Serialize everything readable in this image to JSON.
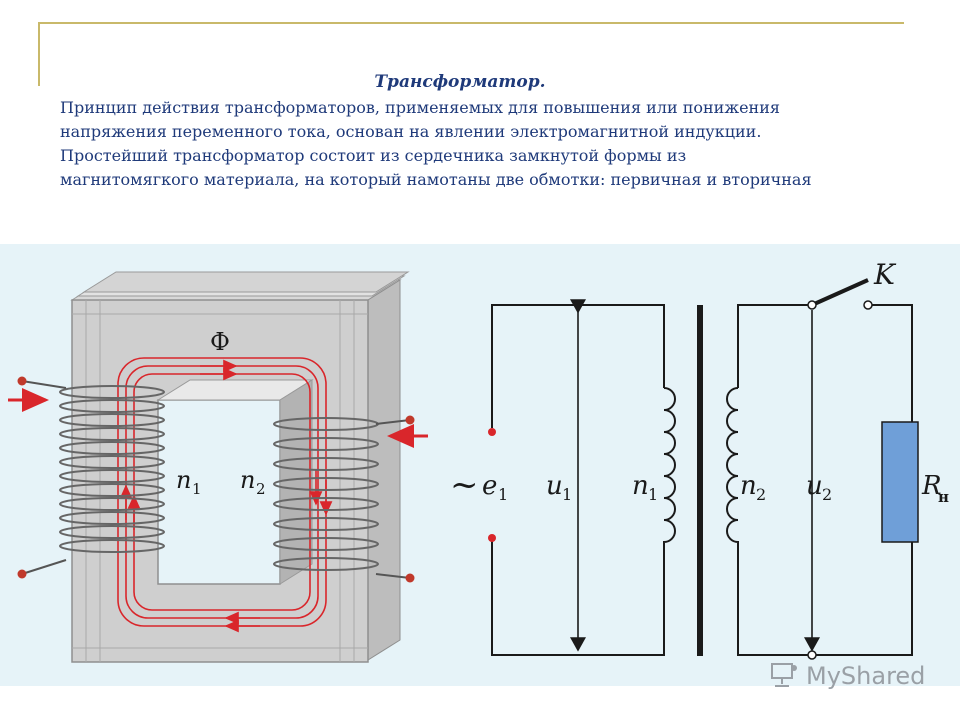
{
  "slide": {
    "title": "Трансформатор.",
    "paragraph_lines": [
      "Принцип действия трансформаторов, применяемых для повышения или понижения",
      "напряжения переменного тока, основан на явлении электромагнитной индукции.",
      "Простейший трансформатор состоит из сердечника замкнутой формы из",
      "магнитомягкого материала, на который намотаны две обмотки: первичная и вторичная"
    ]
  },
  "core_labels": {
    "flux": "Ф",
    "n1": "n",
    "n1_sub": "1",
    "n2": "n",
    "n2_sub": "2"
  },
  "schematic_labels": {
    "source_symbol": "~",
    "e1": "e",
    "e1_sub": "1",
    "u1": "u",
    "u1_sub": "1",
    "n1": "n",
    "n1_sub": "1",
    "n2": "n",
    "n2_sub": "2",
    "u2": "u",
    "u2_sub": "2",
    "switch": "K",
    "load": "R",
    "load_sub": "н"
  },
  "watermark": {
    "text": "MyShared",
    "logo_icon": "myshared-logo-icon"
  },
  "colors": {
    "text": "#1f3a7a",
    "frame": "#c9b96a",
    "diagram_bg": "#e6f3f8",
    "flux_lines": "#d9262b",
    "load": "#6f9fd8"
  }
}
